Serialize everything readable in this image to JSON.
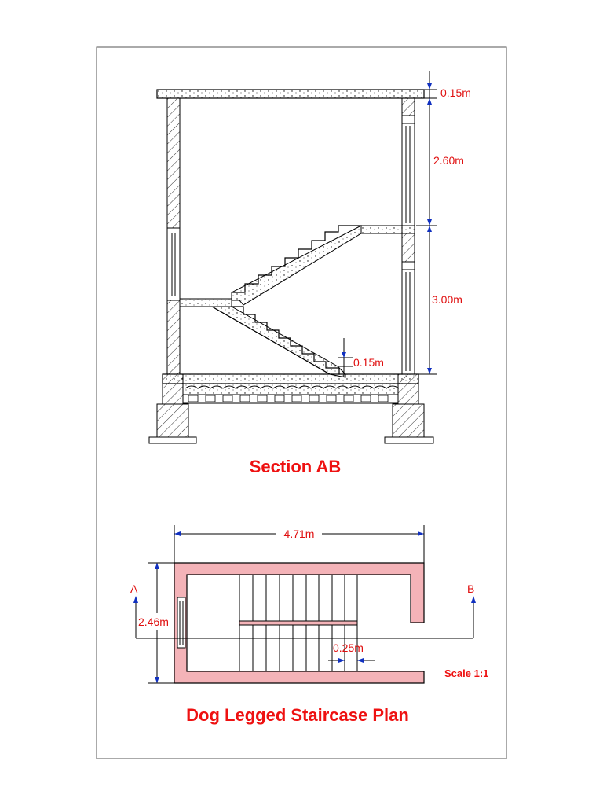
{
  "section": {
    "title": "Section AB",
    "dims": {
      "slab_top": "0.15m",
      "upper_height": "2.60m",
      "lower_height": "3.00m",
      "landing": "0.15m"
    }
  },
  "plan": {
    "title": "Dog Legged Staircase Plan",
    "width_dim": "4.71m",
    "height_dim": "2.46m",
    "tread_dim": "0.25m",
    "marker_a": "A",
    "marker_b": "B",
    "scale": "Scale 1:1"
  },
  "colors": {
    "dimension_text": "#e01010",
    "title_text": "#ee1111",
    "arrow_blue": "#1030c0",
    "wall_fill": "#f4b3b8",
    "line": "#000000"
  }
}
